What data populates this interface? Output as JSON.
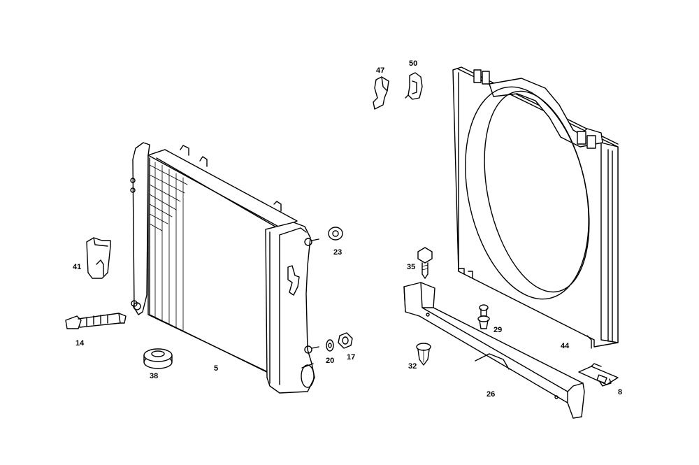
{
  "callouts": {
    "p5": "5",
    "p8": "8",
    "p14": "14",
    "p17": "17",
    "p20": "20",
    "p23": "23",
    "p26": "26",
    "p29": "29",
    "p32": "32",
    "p35": "35",
    "p38": "38",
    "p41": "41",
    "p44": "44",
    "p47": "47",
    "p50": "50"
  },
  "colors": {
    "line": "#000000",
    "background": "#ffffff"
  }
}
